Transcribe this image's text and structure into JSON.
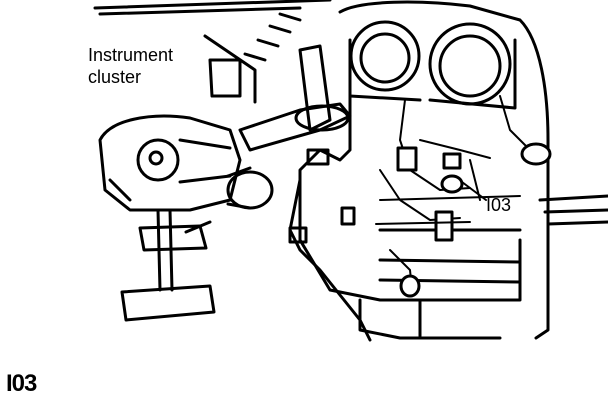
{
  "diagram": {
    "labels": {
      "instrument_cluster_line1": "Instrument",
      "instrument_cluster_line2": "cluster",
      "connector_callout": "I03"
    },
    "figure_id": "I03",
    "colors": {
      "ink": "#000000",
      "paper": "#ffffff"
    }
  }
}
